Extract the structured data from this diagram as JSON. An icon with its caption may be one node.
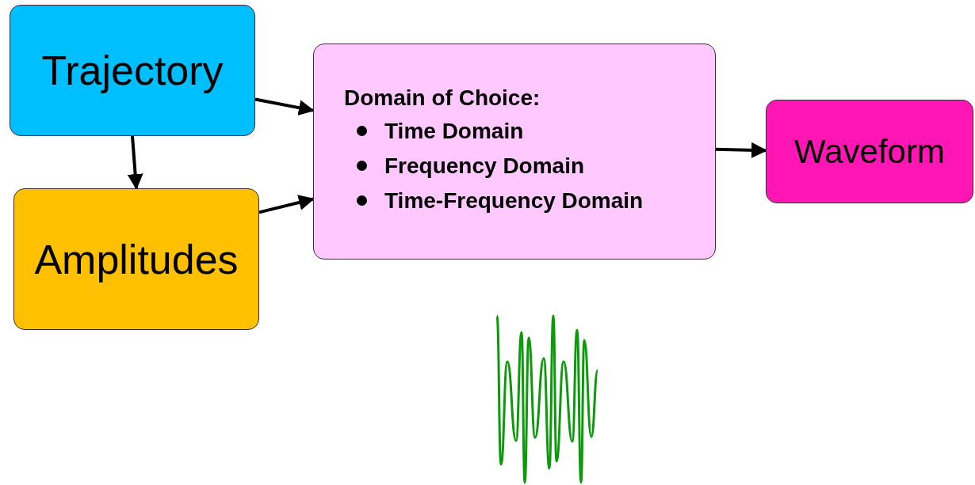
{
  "diagram": {
    "nodes": [
      {
        "text": [
          "Trajectory"
        ]
      },
      {
        "text": [
          "Amplitudes"
        ]
      },
      {
        "text": [
          "Domain of Choice:",
          "Time Domain",
          "Frequency Domain",
          "Time-Frequency Domain"
        ]
      },
      {
        "text": [
          "Waveform"
        ]
      }
    ],
    "edges": [
      {
        "from": 0,
        "to": 2,
        "arrow": "to"
      },
      {
        "from": 0,
        "to": 1,
        "arrow": "to"
      },
      {
        "from": 1,
        "to": 2,
        "arrow": "to"
      },
      {
        "from": 2,
        "to": 3,
        "arrow": "to"
      }
    ]
  }
}
